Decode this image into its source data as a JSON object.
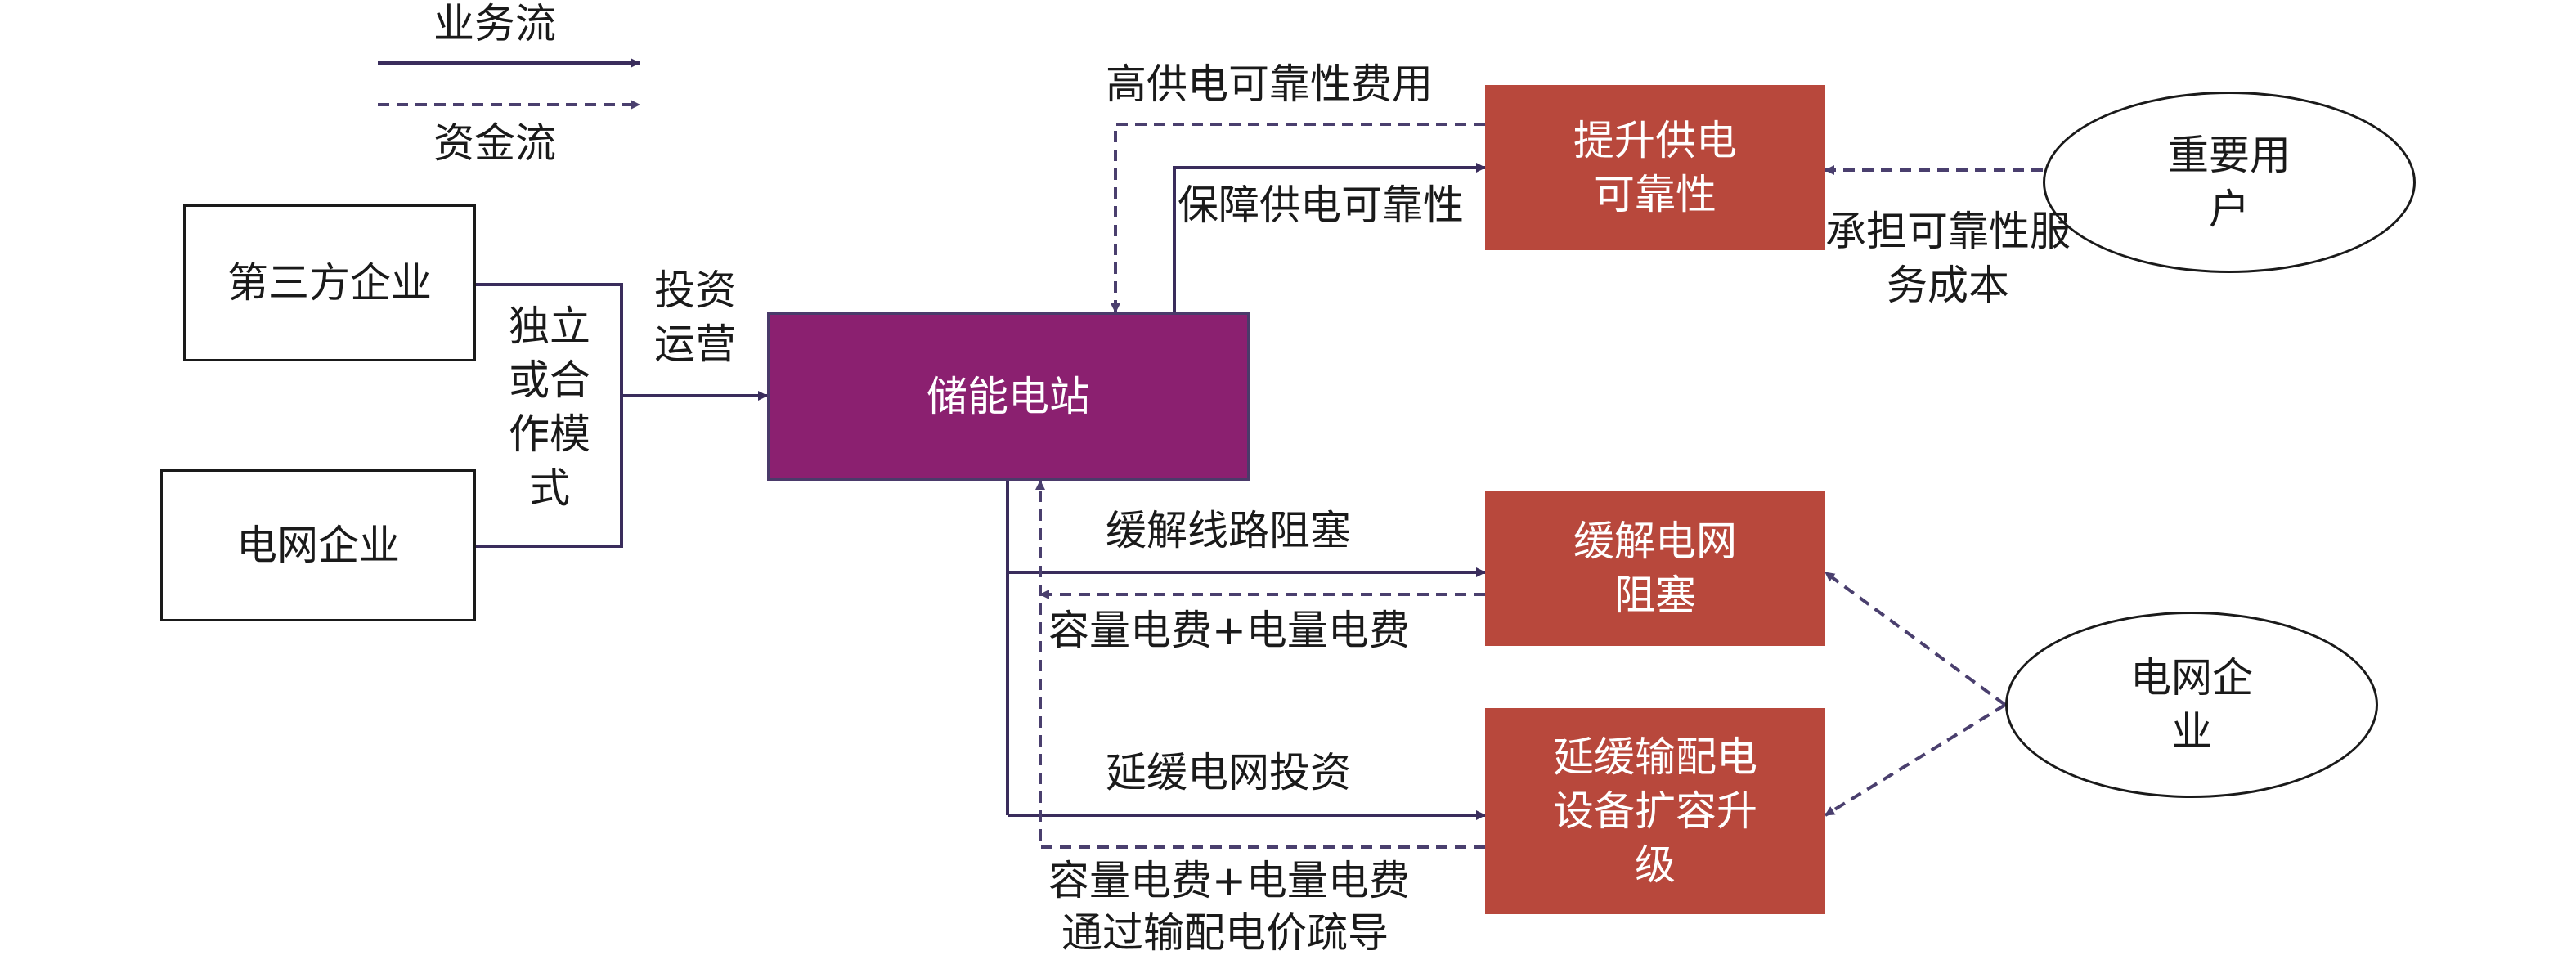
{
  "legend": {
    "business_flow": "业务流",
    "capital_flow": "资金流"
  },
  "nodes": {
    "third_party": "第三方企业",
    "grid_company_left": "电网企业",
    "storage_station": "储能电站",
    "improve_reliability": "提升供电可靠性",
    "relieve_congestion": "缓解电网阻塞",
    "defer_upgrade": "延缓输配电设备扩容升级",
    "important_user": "重要用户",
    "grid_company_right": "电网企业"
  },
  "labels": {
    "independent_or_joint": "独立或合作模式",
    "invest_operate": "投资运营",
    "high_reliability_fee": "高供电可靠性费用",
    "ensure_reliability": "保障供电可靠性",
    "bear_cost": "承担可靠性服务成本",
    "relieve_line_congestion": "缓解线路阻塞",
    "capacity_energy_fee_1": "容量电费+电量电费",
    "defer_grid_investment": "延缓电网投资",
    "capacity_energy_fee_2": "容量电费+电量电费",
    "via_tariff": "通过输配电价疏导"
  },
  "colors": {
    "arrow": "#3a2d5c",
    "dashed_arrow": "#4a3f6e",
    "red_box": "#b8483c",
    "purple_box": "#8b2070"
  }
}
